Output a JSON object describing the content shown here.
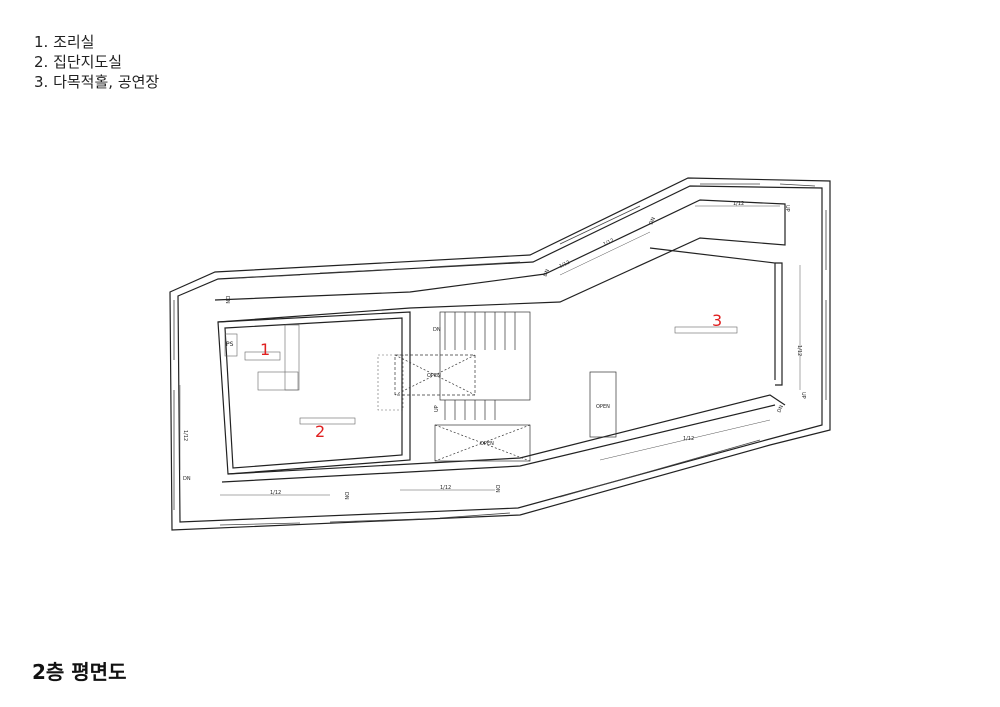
{
  "legend": [
    "1. 조리실",
    "2. 집단지도실",
    "3. 다목적홀, 공연장"
  ],
  "plan_title": "2층 평면도",
  "rooms": [
    {
      "num": "1"
    },
    {
      "num": "2"
    },
    {
      "num": "3"
    }
  ],
  "annotations": {
    "slope_top_right": "1/12",
    "slope_upper_diag_a": "1/12",
    "slope_upper_diag_b": "1/12",
    "slope_right_vertical": "1/12",
    "slope_lower_right": "1/12",
    "slope_bottom_left": "1/12",
    "slope_bottom_mid": "1/12",
    "slope_left_vertical": "1/12",
    "open_stair": "OPEN",
    "open_lower": "OPEN",
    "open_right": "OPEN",
    "dn_stair": "DN",
    "up_stair": "UP",
    "ps": "PS",
    "dn_left_top": "DN",
    "dn_left_bottom": "DN",
    "dn_bottom_mid": "DN",
    "dn_bottom_right": "DN",
    "dn_diag": "DN",
    "dn_upper_mid": "DN",
    "up_top_right": "UP",
    "up_right": "UP",
    "dn_lower_right": "DN"
  }
}
